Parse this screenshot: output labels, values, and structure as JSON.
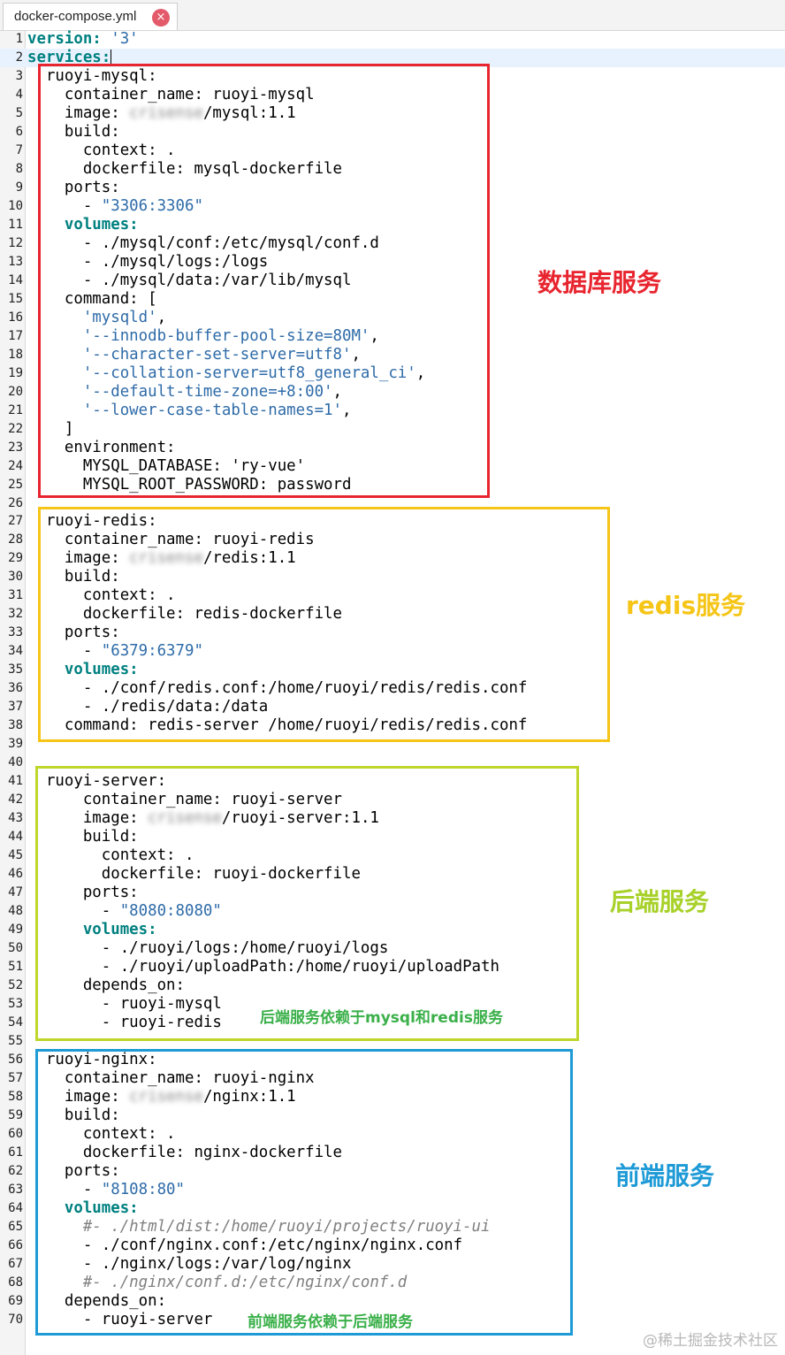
{
  "tab": {
    "title": "docker-compose.yml",
    "close_icon": "×"
  },
  "lines": [
    [
      [
        "kw",
        "version: "
      ],
      [
        "str",
        "'3'"
      ]
    ],
    [
      [
        "kw",
        "services:"
      ]
    ],
    [
      [
        "",
        "  ruoyi-mysql:"
      ]
    ],
    [
      [
        "",
        "    container_name: ruoyi-mysql"
      ]
    ],
    [
      [
        "",
        "    image: "
      ],
      [
        "blur",
        "crisense"
      ],
      [
        "",
        "/mysql:1.1"
      ]
    ],
    [
      [
        "",
        "    build:"
      ]
    ],
    [
      [
        "",
        "      context: ."
      ]
    ],
    [
      [
        "",
        "      dockerfile: mysql-dockerfile"
      ]
    ],
    [
      [
        "",
        "    ports:"
      ]
    ],
    [
      [
        "",
        "      - "
      ],
      [
        "str",
        "\"3306:3306\""
      ]
    ],
    [
      [
        "kw",
        "    volumes:"
      ]
    ],
    [
      [
        "",
        "      - ./mysql/conf:/etc/mysql/conf.d"
      ]
    ],
    [
      [
        "",
        "      - ./mysql/logs:/logs"
      ]
    ],
    [
      [
        "",
        "      - ./mysql/data:/var/lib/mysql"
      ]
    ],
    [
      [
        "",
        "    command: ["
      ]
    ],
    [
      [
        "str",
        "      'mysqld'"
      ],
      [
        "",
        ","
      ]
    ],
    [
      [
        "str",
        "      '--innodb-buffer-pool-size=80M'"
      ],
      [
        "",
        ","
      ]
    ],
    [
      [
        "str",
        "      '--character-set-server=utf8'"
      ],
      [
        "",
        ","
      ]
    ],
    [
      [
        "str",
        "      '--collation-server=utf8_general_ci'"
      ],
      [
        "",
        ","
      ]
    ],
    [
      [
        "str",
        "      '--default-time-zone=+8:00'"
      ],
      [
        "",
        ","
      ]
    ],
    [
      [
        "str",
        "      '--lower-case-table-names=1'"
      ],
      [
        "",
        ","
      ]
    ],
    [
      [
        "",
        "    ]"
      ]
    ],
    [
      [
        "",
        "    environment:"
      ]
    ],
    [
      [
        "",
        "      MYSQL_DATABASE: 'ry-vue'"
      ]
    ],
    [
      [
        "",
        "      MYSQL_ROOT_PASSWORD: password"
      ]
    ],
    [
      [
        "",
        ""
      ]
    ],
    [
      [
        "",
        "  ruoyi-redis:"
      ]
    ],
    [
      [
        "",
        "    container_name: ruoyi-redis"
      ]
    ],
    [
      [
        "",
        "    image: "
      ],
      [
        "blur",
        "crisense"
      ],
      [
        "",
        "/redis:1.1"
      ]
    ],
    [
      [
        "",
        "    build:"
      ]
    ],
    [
      [
        "",
        "      context: ."
      ]
    ],
    [
      [
        "",
        "      dockerfile: redis-dockerfile"
      ]
    ],
    [
      [
        "",
        "    ports:"
      ]
    ],
    [
      [
        "",
        "      - "
      ],
      [
        "str",
        "\"6379:6379\""
      ]
    ],
    [
      [
        "kw",
        "    volumes:"
      ]
    ],
    [
      [
        "",
        "      - ./conf/redis.conf:/home/ruoyi/redis/redis.conf"
      ]
    ],
    [
      [
        "",
        "      - ./redis/data:/data"
      ]
    ],
    [
      [
        "",
        "    command: redis-server /home/ruoyi/redis/redis.conf"
      ]
    ],
    [
      [
        "",
        ""
      ]
    ],
    [
      [
        "",
        ""
      ]
    ],
    [
      [
        "",
        "  ruoyi-server:"
      ]
    ],
    [
      [
        "",
        "      container_name: ruoyi-server"
      ]
    ],
    [
      [
        "",
        "      image: "
      ],
      [
        "blur",
        "crisense"
      ],
      [
        "",
        "/ruoyi-server:1.1"
      ]
    ],
    [
      [
        "",
        "      build:"
      ]
    ],
    [
      [
        "",
        "        context: ."
      ]
    ],
    [
      [
        "",
        "        dockerfile: ruoyi-dockerfile"
      ]
    ],
    [
      [
        "",
        "      ports:"
      ]
    ],
    [
      [
        "",
        "        - "
      ],
      [
        "str",
        "\"8080:8080\""
      ]
    ],
    [
      [
        "kw",
        "      volumes:"
      ]
    ],
    [
      [
        "",
        "        - ./ruoyi/logs:/home/ruoyi/logs"
      ]
    ],
    [
      [
        "",
        "        - ./ruoyi/uploadPath:/home/ruoyi/uploadPath"
      ]
    ],
    [
      [
        "",
        "      depends_on:"
      ]
    ],
    [
      [
        "",
        "        - ruoyi-mysql"
      ]
    ],
    [
      [
        "",
        "        - ruoyi-redis"
      ]
    ],
    [
      [
        "",
        ""
      ]
    ],
    [
      [
        "",
        "  ruoyi-nginx:"
      ]
    ],
    [
      [
        "",
        "    container_name: ruoyi-nginx"
      ]
    ],
    [
      [
        "",
        "    image: "
      ],
      [
        "blur",
        "crisense"
      ],
      [
        "",
        "/nginx:1.1"
      ]
    ],
    [
      [
        "",
        "    build:"
      ]
    ],
    [
      [
        "",
        "      context: ."
      ]
    ],
    [
      [
        "",
        "      dockerfile: nginx-dockerfile"
      ]
    ],
    [
      [
        "",
        "    ports:"
      ]
    ],
    [
      [
        "",
        "      - "
      ],
      [
        "str",
        "\"8108:80\""
      ]
    ],
    [
      [
        "kw",
        "    volumes:"
      ]
    ],
    [
      [
        "cmt",
        "      #- ./html/dist:/home/ruoyi/projects/ruoyi-ui"
      ]
    ],
    [
      [
        "",
        "      - ./conf/nginx.conf:/etc/nginx/nginx.conf"
      ]
    ],
    [
      [
        "",
        "      - ./nginx/logs:/var/log/nginx"
      ]
    ],
    [
      [
        "cmt",
        "      #- ./nginx/conf.d:/etc/nginx/conf.d"
      ]
    ],
    [
      [
        "",
        "    depends_on:"
      ]
    ],
    [
      [
        "",
        "      - ruoyi-server"
      ]
    ]
  ],
  "annotations": {
    "mysql": "数据库服务",
    "redis": "redis服务",
    "server": "后端服务",
    "nginx": "前端服务",
    "server_note": "后端服务依赖于mysql和redis服务",
    "nginx_note": "前端服务依赖于后端服务"
  },
  "colors": {
    "mysql_box": "#e8252f",
    "redis_box": "#f5c518",
    "server_box": "#bfd62a",
    "nginx_box": "#1e9ad6",
    "mysql_label": "#e8252f",
    "redis_label": "#f5c518",
    "server_label": "#a8d12a",
    "nginx_label": "#1e9ad6",
    "note_label": "#3bb04a"
  },
  "watermark": "@稀土掘金技术社区"
}
